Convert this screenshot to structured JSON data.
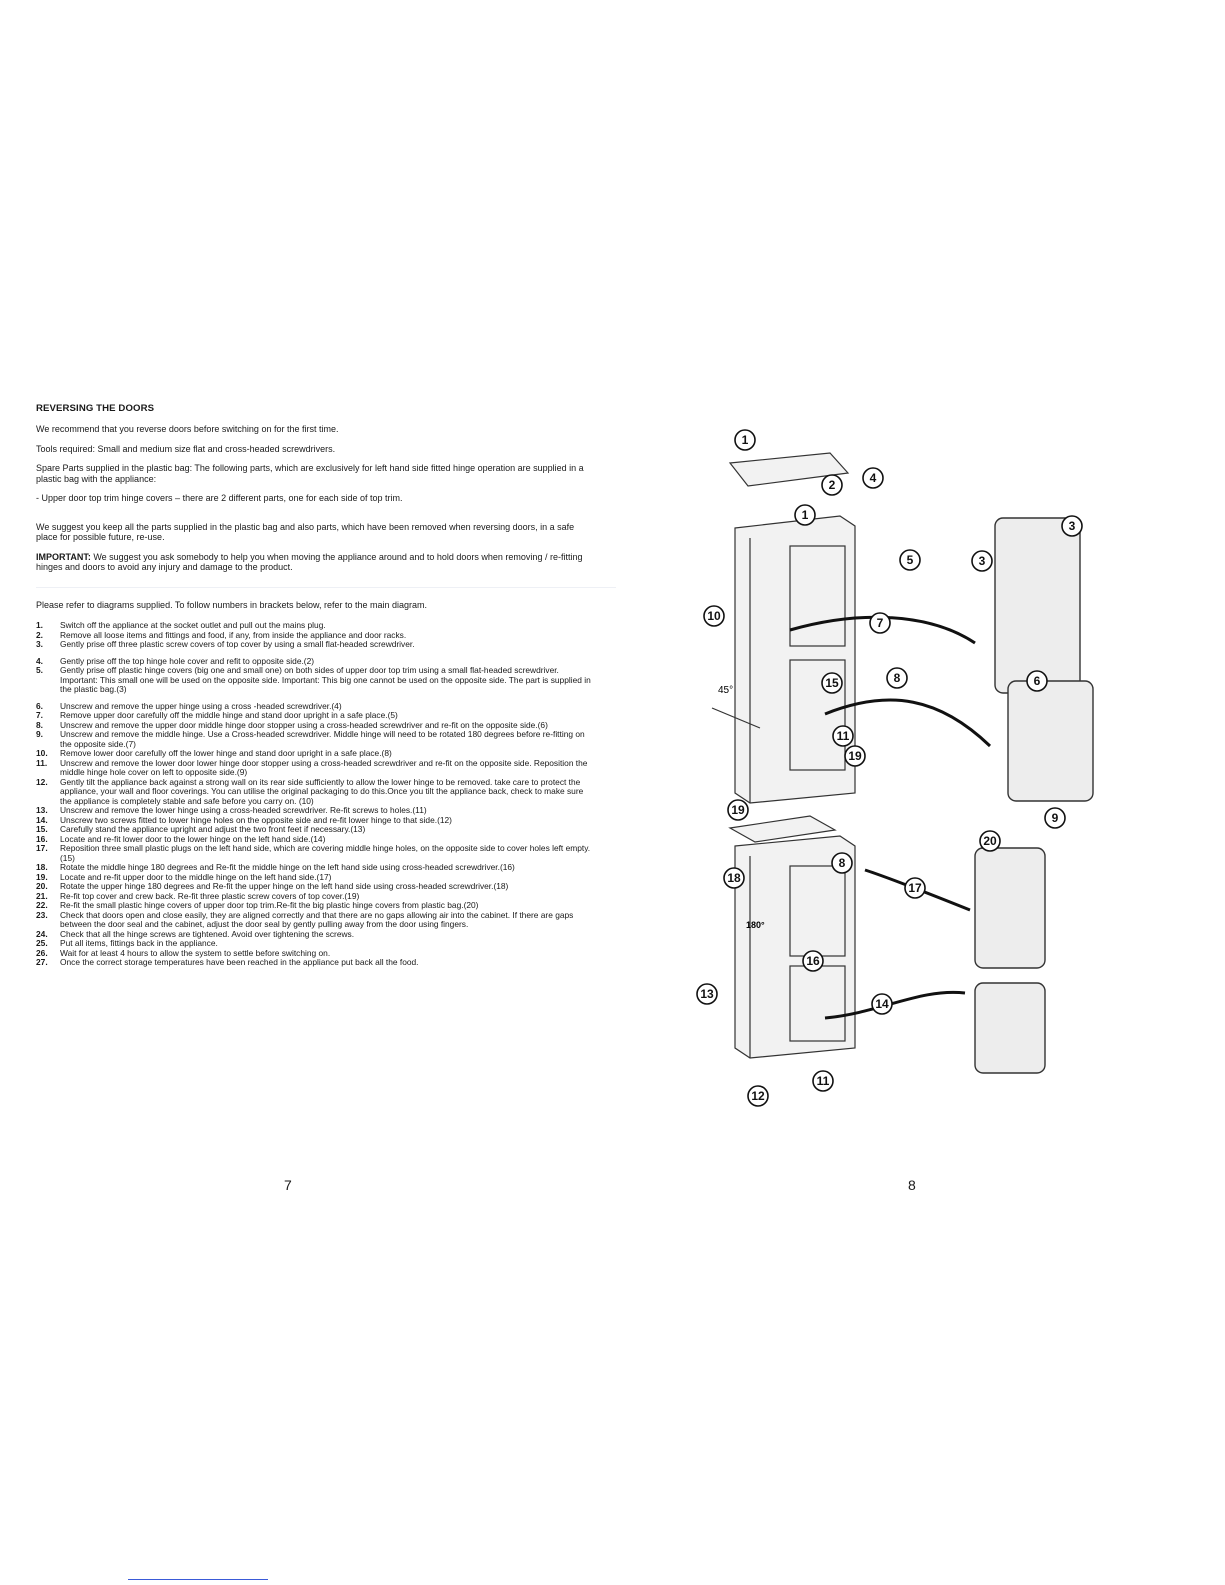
{
  "left_page": {
    "title": "REVERSING THE DOORS",
    "intro": "We recommend that you reverse doors before switching on for the first time.",
    "tools": "Tools required: Small and medium size flat and cross-headed screwdrivers.",
    "spare_parts": "Spare Parts supplied in the plastic bag: The following parts, which are exclusively for left hand side fitted hinge operation are supplied in a plastic bag with the appliance:",
    "spare_item": "- Upper door top trim hinge covers – there are 2 different parts, one for each side of top trim.",
    "keep_parts": "We suggest you keep all the parts supplied in the plastic bag and also parts, which have been removed when reversing doors, in a safe place for possible future, re-use.",
    "important_label": "IMPORTANT:",
    "important_text": " We suggest you ask somebody to help you when moving the appliance around and to hold doors when removing / re-fitting hinges and doors to avoid any injury and damage to the product.",
    "refer": "Please refer to diagrams supplied. To follow numbers in brackets below, refer to the main diagram.",
    "steps": [
      {
        "num": "1.",
        "text": "Switch off the appliance at the socket outlet and pull out the mains plug."
      },
      {
        "num": "2.",
        "text": "Remove all loose items and fittings and food, if any, from inside the appliance and door racks."
      },
      {
        "num": "3.",
        "text": "Gently prise off three plastic screw covers of top cover by using a small flat-headed screwdriver."
      },
      {
        "num": "4.",
        "text": "Gently prise off the top hinge hole cover and refit to opposite side.(2)"
      },
      {
        "num": "5.",
        "text": "Gently prise off plastic hinge covers (big one and small one) on both sides of upper door top trim using a small flat-headed screwdriver. Important: This small one will be used on the opposite side. Important: This big one cannot be used on the opposite side. The part is supplied in the plastic bag.(3)"
      },
      {
        "num": "6.",
        "text": "Unscrew and remove the upper hinge using a cross -headed screwdriver.(4)"
      },
      {
        "num": "7.",
        "text": "Remove upper door carefully off the middle hinge and stand door upright in a safe place.(5)"
      },
      {
        "num": "8.",
        "text": "Unscrew and remove the upper door middle hinge door stopper using a cross-headed screwdriver and re-fit on the opposite side.(6)"
      },
      {
        "num": "9.",
        "text": "Unscrew and remove the middle hinge. Use a Cross-headed screwdriver. Middle hinge will need to be rotated 180 degrees before re-fitting on the opposite side.(7)"
      },
      {
        "num": "10.",
        "text": "Remove lower door carefully off the lower hinge and stand door upright in a safe place.(8)"
      },
      {
        "num": "11.",
        "text": "Unscrew and remove the lower door lower hinge door stopper using a cross-headed screwdriver and re-fit on the opposite side. Reposition the middle hinge hole cover on left to opposite side.(9)"
      },
      {
        "num": "12.",
        "text": "Gently tilt the appliance back against a strong wall on its rear side sufficiently to allow the lower hinge to be removed. take care to protect the appliance, your wall and floor coverings. You can utilise the original packaging to do this.Once you tilt the appliance back, check to make sure the appliance is completely stable and safe before you carry on. (10)"
      },
      {
        "num": "13.",
        "text": "Unscrew and remove the lower hinge using a cross-headed screwdriver. Re-fit screws to holes.(11)"
      },
      {
        "num": "14.",
        "text": "Unscrew two screws fitted to lower hinge holes on the opposite side and re-fit lower hinge to that side.(12)"
      },
      {
        "num": "15.",
        "text": "Carefully stand the appliance upright and adjust the two front feet if necessary.(13)"
      },
      {
        "num": "16.",
        "text": "Locate and re-fit lower door to the lower hinge on the left hand side.(14)"
      },
      {
        "num": "17.",
        "text": "Reposition three small plastic plugs on the left hand side, which are covering middle hinge holes, on the opposite side to cover holes left empty.(15)"
      },
      {
        "num": "18.",
        "text": "Rotate the middle hinge 180 degrees and Re-fit the middle hinge on the left hand side using cross-headed screwdriver.(16)"
      },
      {
        "num": "19.",
        "text": "Locate and re-fit upper door to the middle hinge on the left hand side.(17)"
      },
      {
        "num": "20.",
        "text": "Rotate the upper hinge 180 degrees and Re-fit the upper hinge on the left hand side using cross-headed screwdriver.(18)"
      },
      {
        "num": "21.",
        "text": "Re-fit top cover and crew back. Re-fit three plastic screw covers of top cover.(19)"
      },
      {
        "num": "22.",
        "text": "Re-fit the small plastic hinge covers of upper door top trim.Re-fit the big plastic hinge covers from plastic bag.(20)"
      },
      {
        "num": "23.",
        "text": "Check that doors open and close easily, they are aligned correctly and that there are no gaps allowing air into the cabinet. If there are gaps between the door seal and the cabinet, adjust the door seal by gently pulling away from the door using fingers."
      },
      {
        "num": "24.",
        "text": "Check that all the hinge screws are tightened. Avoid over tightening the screws."
      },
      {
        "num": "25.",
        "text": "Put all items, fittings back in the appliance."
      },
      {
        "num": "26.",
        "text": "Wait for at least 4 hours to allow the system to settle before switching on."
      },
      {
        "num": "27.",
        "text": "Once the correct storage temperatures have been reached in the appliance put back all the food."
      }
    ],
    "page_number": "7"
  },
  "right_page": {
    "page_number": "8",
    "diagram_labels": {
      "angle": "45°",
      "rotate": "180°"
    },
    "callouts": [
      "1",
      "2",
      "3",
      "4",
      "5",
      "6",
      "7",
      "8",
      "9",
      "10",
      "11",
      "12",
      "13",
      "14",
      "15",
      "16",
      "17",
      "18",
      "19",
      "20"
    ]
  }
}
